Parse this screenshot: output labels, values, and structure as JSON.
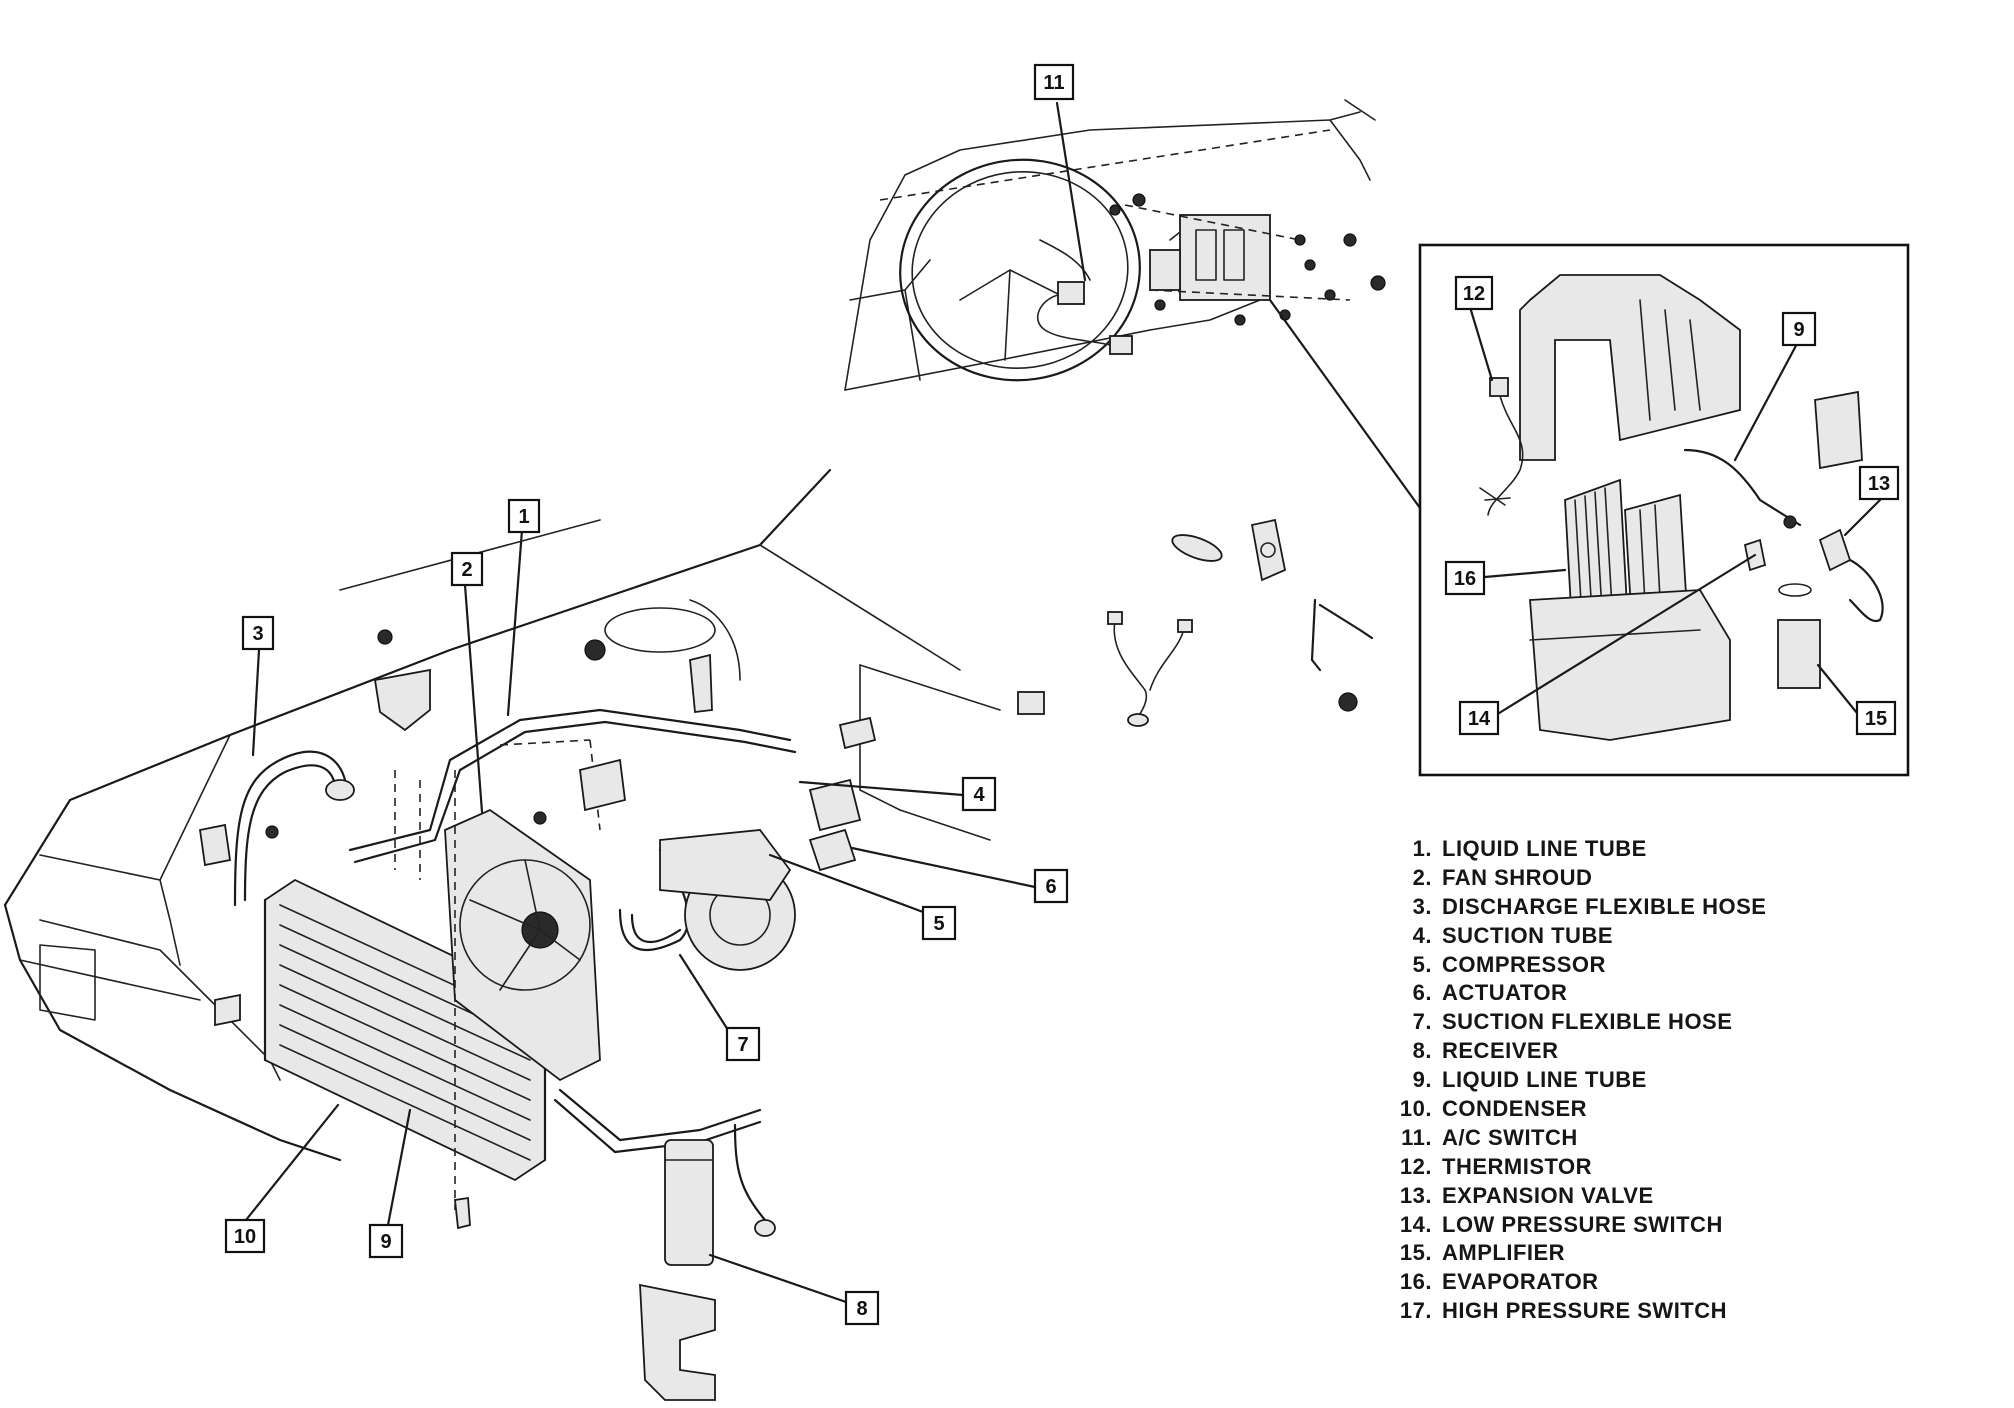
{
  "callouts": [
    {
      "label": "1"
    },
    {
      "label": "2"
    },
    {
      "label": "3"
    },
    {
      "label": "4"
    },
    {
      "label": "5"
    },
    {
      "label": "6"
    },
    {
      "label": "7"
    },
    {
      "label": "8"
    },
    {
      "label": "9"
    },
    {
      "label": "10"
    },
    {
      "label": "11"
    },
    {
      "label": "12"
    },
    {
      "label": "9"
    },
    {
      "label": "13"
    },
    {
      "label": "16"
    },
    {
      "label": "14"
    },
    {
      "label": "15"
    }
  ],
  "legend": [
    {
      "num": "1.",
      "text": "LIQUID LINE TUBE"
    },
    {
      "num": "2.",
      "text": "FAN SHROUD"
    },
    {
      "num": "3.",
      "text": "DISCHARGE FLEXIBLE HOSE"
    },
    {
      "num": "4.",
      "text": "SUCTION TUBE"
    },
    {
      "num": "5.",
      "text": "COMPRESSOR"
    },
    {
      "num": "6.",
      "text": "ACTUATOR"
    },
    {
      "num": "7.",
      "text": "SUCTION FLEXIBLE HOSE"
    },
    {
      "num": "8.",
      "text": "RECEIVER"
    },
    {
      "num": "9.",
      "text": "LIQUID LINE TUBE"
    },
    {
      "num": "10.",
      "text": "CONDENSER"
    },
    {
      "num": "11.",
      "text": "A/C SWITCH"
    },
    {
      "num": "12.",
      "text": "THERMISTOR"
    },
    {
      "num": "13.",
      "text": "EXPANSION VALVE"
    },
    {
      "num": "14.",
      "text": "LOW PRESSURE SWITCH"
    },
    {
      "num": "15.",
      "text": "AMPLIFIER"
    },
    {
      "num": "16.",
      "text": "EVAPORATOR"
    },
    {
      "num": "17.",
      "text": "HIGH PRESSURE SWITCH"
    }
  ]
}
